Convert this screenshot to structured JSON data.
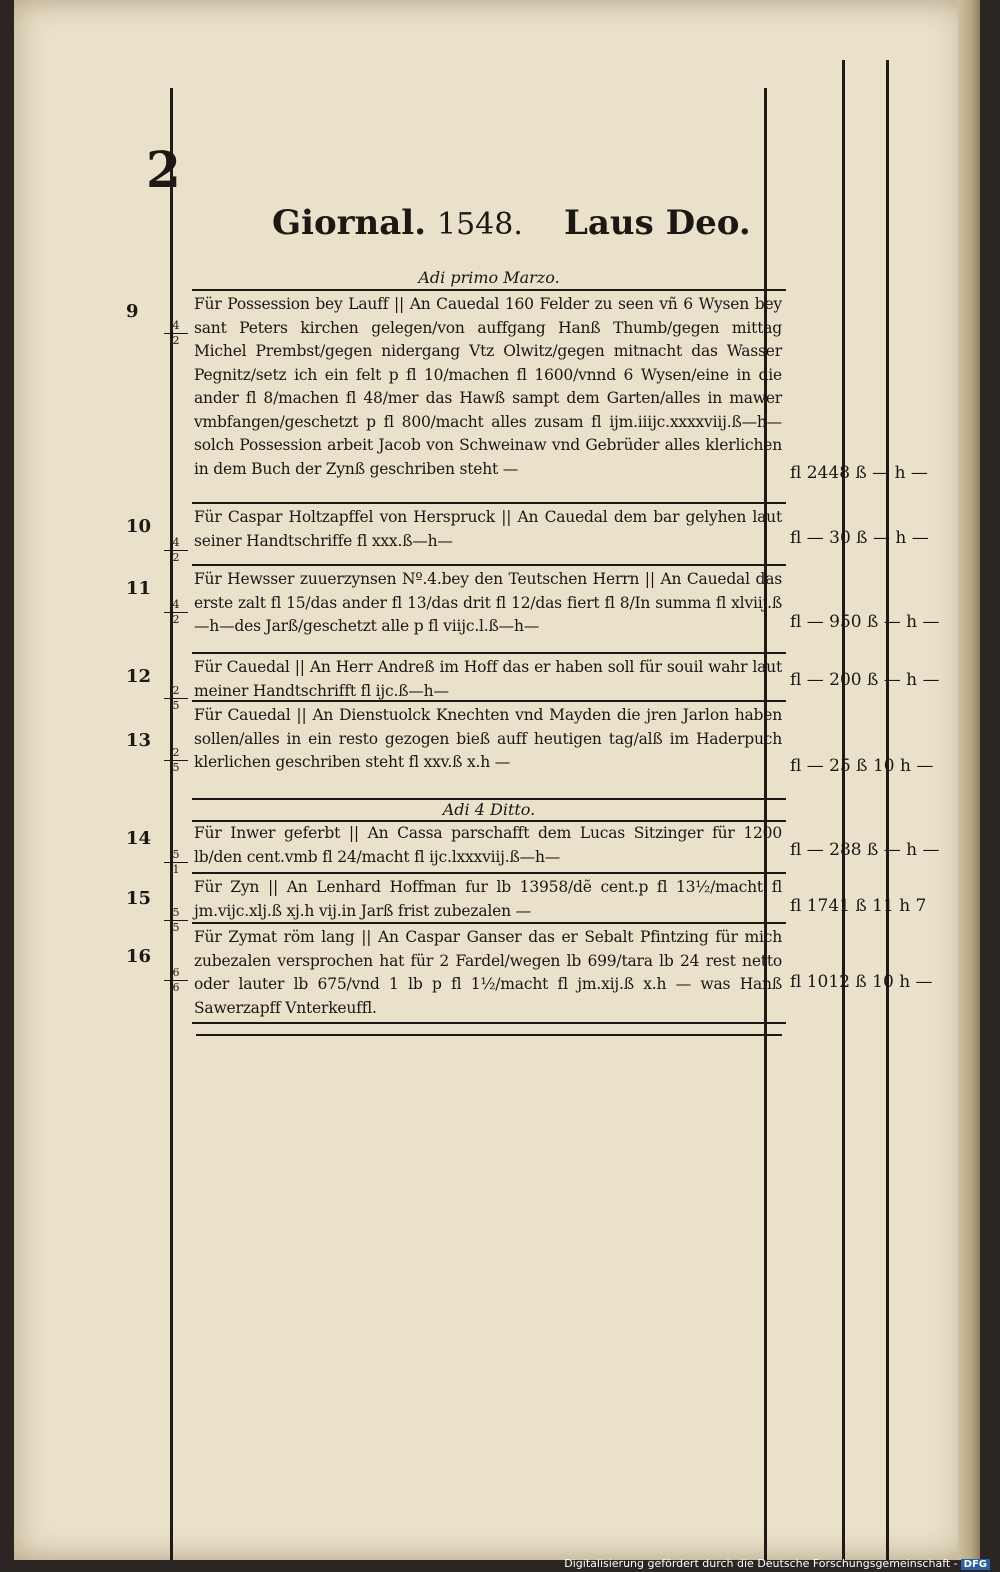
{
  "page_number": "2",
  "header": {
    "title": "Giornal.",
    "year": "1548.",
    "motto": "Laus Deo."
  },
  "sections": [
    {
      "date": "Adi primo Marzo."
    },
    {
      "date": "Adi 4 Ditto."
    }
  ],
  "entries": [
    {
      "number": "9",
      "folio_top": "4",
      "folio_bottom": "2",
      "text": "Für Possession bey Lauff || An Cauedal 160 Felder zu seen vñ 6 Wysen bey sant Peters kirchen gelegen/von auffgang Hanß Thumb/gegen mittag Michel Prembst/gegen nidergang Vtz Olwitz/gegen mitnacht das Wasser Pegnitz/setz ich ein felt p fl 10/machen fl 1600/vnnd 6 Wysen/eine in die ander fl 8/machen fl 48/mer das Hawß sampt dem Garten/alles in mawer vmbfangen/geschetzt p fl 800/macht alles zusam fl ijm.iiijc.xxxxviij.ß—h— solch Possession arbeit Jacob von Schweinaw vnd Gebrüder alles klerlichen in dem Buch der Zynß geschriben steht —",
      "amount": "fl 2448 ß — h —"
    },
    {
      "number": "10",
      "folio_top": "4",
      "folio_bottom": "2",
      "text": "Für Caspar Holtzapffel von Herspruck || An Cauedal dem bar gelyhen laut seiner Handtschriffe fl xxx.ß—h—",
      "amount": "fl — 30 ß — h —"
    },
    {
      "number": "11",
      "folio_top": "4",
      "folio_bottom": "2",
      "text": "Für Hewsser zuuerzynsen Nº.4.bey den Teutschen Herrn || An Cauedal das erste zalt fl 15/das ander fl 13/das drit fl 12/das fiert fl 8/In summa fl xlviij.ß—h—des Jarß/geschetzt alle p fl viijc.l.ß—h—",
      "amount": "fl — 950 ß — h —"
    },
    {
      "number": "12",
      "folio_top": "2",
      "folio_bottom": "5",
      "text": "Für Cauedal || An Herr Andreß im Hoff das er haben soll für souil wahr laut meiner Handtschrifft fl ijc.ß—h—",
      "amount": "fl — 200 ß — h —"
    },
    {
      "number": "13",
      "folio_top": "2",
      "folio_bottom": "5",
      "text": "Für Cauedal || An Dienstuolck Knechten vnd Mayden die jren Jarlon haben sollen/alles in ein resto gezogen bieß auff heutigen tag/alß im Haderpuch klerlichen geschriben steht fl xxv.ß x.h —",
      "amount": "fl — 25 ß 10 h —"
    },
    {
      "number": "14",
      "folio_top": "5",
      "folio_bottom": "1",
      "text": "Für Inwer geferbt || An Cassa parschafft dem Lucas Sitzinger für 1200 lb/den cent.vmb fl 24/macht fl ijc.lxxxviij.ß—h—",
      "amount": "fl — 288 ß — h —"
    },
    {
      "number": "15",
      "folio_top": "5",
      "folio_bottom": "5",
      "text": "Für Zyn || An Lenhard Hoffman fur lb 13958/dẽ cent.p fl 13½/macht fl jm.vijc.xlj.ß xj.h vij.in Jarß frist zubezalen —",
      "amount": "fl 1741 ß 11 h 7"
    },
    {
      "number": "16",
      "folio_top": "6",
      "folio_bottom": "6",
      "text": "Für Zymat röm lang || An Caspar Ganser das er Sebalt Pfintzing für mich zubezalen versprochen hat für 2 Fardel/wegen lb 699/tara lb 24 rest netto oder lauter lb 675/vnd 1 lb p fl 1½/macht fl jm.xij.ß x.h — was Hanß Sawerzapff Vnterkeuffl.",
      "amount": "fl 1012 ß 10 h —"
    }
  ],
  "footer": {
    "text": "Digitalisierung gefördert durch die Deutsche Forschungsgemeinschaft -",
    "badge": "DFG"
  }
}
